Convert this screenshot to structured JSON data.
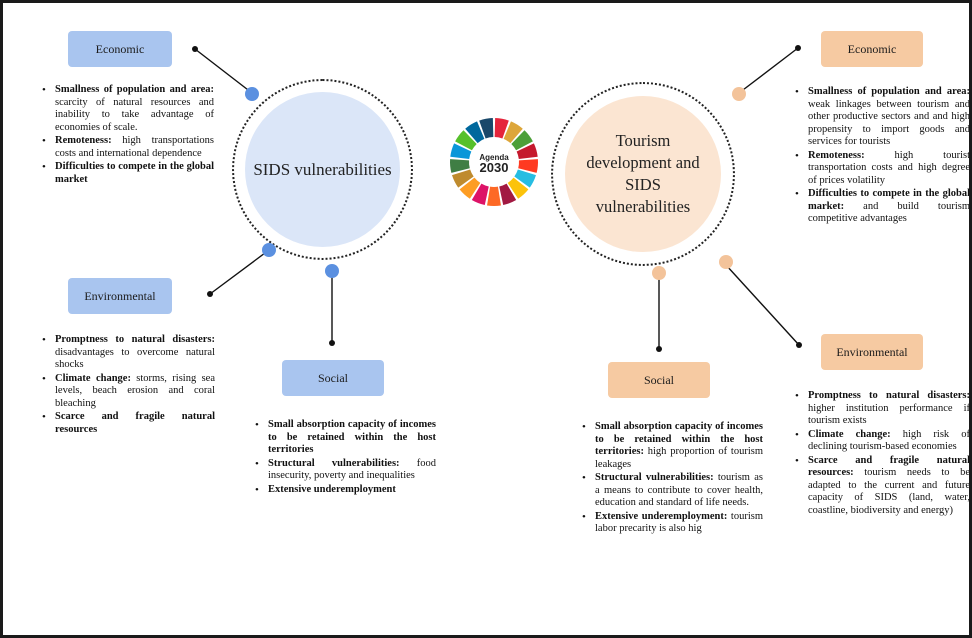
{
  "colors": {
    "blue_box": "#a9c5ef",
    "peach_box": "#f6caa2",
    "blue_circle": "#dbe6f8",
    "peach_circle": "#fbe5d2",
    "blue_dot": "#5b90e0",
    "peach_dot": "#f3c39a"
  },
  "left": {
    "circle_title": "SIDS vulnerabilities",
    "economic_label": "Economic",
    "environmental_label": "Environmental",
    "social_label": "Social",
    "economic_items": [
      {
        "bold": "Smallness of population and area:",
        "text": " scarcity of natural resources and inability to take advantage of economies of scale."
      },
      {
        "bold": "Remoteness:",
        "text": " high transportations costs and international dependence"
      },
      {
        "bold": "Difficulties to compete in the global market",
        "text": ""
      }
    ],
    "environmental_items": [
      {
        "bold": "Promptness to natural disasters:",
        "text": " disadvantages to overcome natural shocks"
      },
      {
        "bold": "Climate change:",
        "text": " storms, rising sea levels, beach erosion and coral bleaching"
      },
      {
        "bold": "Scarce and fragile natural resources",
        "text": ""
      }
    ],
    "social_items": [
      {
        "bold": "Small absorption capacity of incomes to be retained within the host territories",
        "text": ""
      },
      {
        "bold": "Structural vulnerabilities:",
        "text": " food insecurity, poverty and inequalities"
      },
      {
        "bold": "Extensive underemployment",
        "text": ""
      }
    ]
  },
  "right": {
    "circle_title": "Tourism development and SIDS vulnerabilities",
    "economic_label": "Economic",
    "environmental_label": "Environmental",
    "social_label": "Social",
    "economic_items": [
      {
        "bold": "Smallness of population and area:",
        "text": " weak linkages between tourism and other productive sectors and and high propensity to import goods and services for tourists"
      },
      {
        "bold": "Remoteness:",
        "text": " high tourist transportation costs and high degree of prices volatility"
      },
      {
        "bold": "Difficulties to compete in the global market:",
        "text": " and build tourism competitive advantages"
      }
    ],
    "environmental_items": [
      {
        "bold": "Promptness to natural disasters:",
        "text": " higher institution performance if tourism exists"
      },
      {
        "bold": "Climate change:",
        "text": " high risk of declining tourism-based economies"
      },
      {
        "bold": "Scarce and fragile natural resources:",
        "text": " tourism needs to be adapted to the current and future capacity of SIDS (land, water, coastline, biodiversity and energy)"
      }
    ],
    "social_items": [
      {
        "bold": "Small absorption capacity of incomes to be retained within the host territories:",
        "text": " high proportion of tourism leakages"
      },
      {
        "bold": "Structural vulnerabilities:",
        "text": " tourism as a means to contribute to cover health, education and standard of life needs."
      },
      {
        "bold": "Extensive underemployment:",
        "text": " tourism labor precarity is also hig"
      }
    ]
  },
  "agenda": {
    "line1": "Agenda",
    "line2": "2030",
    "wheel_colors": [
      "#e5243b",
      "#dda63a",
      "#4c9f38",
      "#c5192d",
      "#ff3a21",
      "#26bde2",
      "#fcc30b",
      "#a21942",
      "#fd6925",
      "#dd1367",
      "#fd9d24",
      "#bf8b2e",
      "#3f7e44",
      "#0a97d9",
      "#56c02b",
      "#00689d",
      "#19486a"
    ]
  }
}
